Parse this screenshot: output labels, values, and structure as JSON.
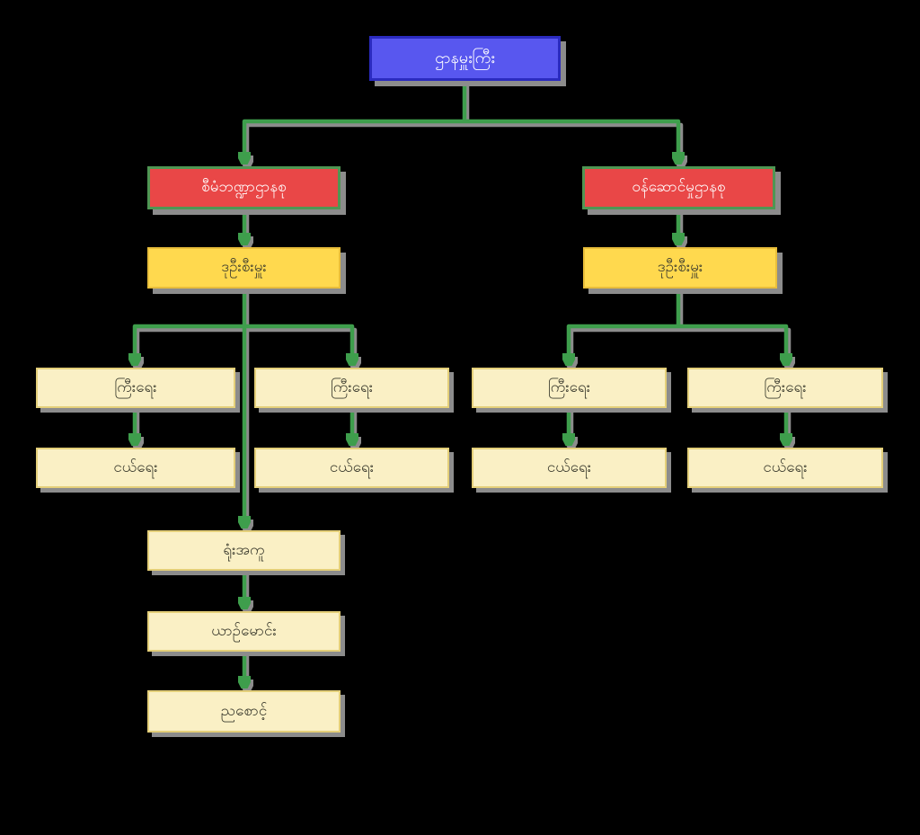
{
  "chart": {
    "type": "organization-chart",
    "root": {
      "label": "ဌာနမှူးကြီး"
    },
    "departments": [
      {
        "label": "စီမံဘဏ္ဍာဌာနစု"
      },
      {
        "label": "ဝန်ဆောင်မှုဌာနစု"
      }
    ],
    "deputies": [
      {
        "label": "ဒုဦးစီးမှူး"
      },
      {
        "label": "ဒုဦးစီးမှူး"
      }
    ],
    "senior_clerks": [
      {
        "label": "ကြီးရေး"
      },
      {
        "label": "ကြီးရေး"
      },
      {
        "label": "ကြီးရေး"
      },
      {
        "label": "ကြီးရေး"
      }
    ],
    "junior_clerks": [
      {
        "label": "ငယ်ရေး"
      },
      {
        "label": "ငယ်ရေး"
      },
      {
        "label": "ငယ်ရေး"
      },
      {
        "label": "ငယ်ရေး"
      }
    ],
    "support_staff": [
      {
        "label": "ရုံးအကူ"
      },
      {
        "label": "ယာဉ်မောင်း"
      },
      {
        "label": "ညစောင့်"
      }
    ],
    "colors": {
      "background": "#000000",
      "connector": "#3E9E4C",
      "shadow": "#8C8C8C",
      "root_fill": "#5857EF",
      "root_border": "#2B2BBF",
      "dept_fill": "#E94747",
      "dept_border": "#4F9653",
      "officer_fill": "#FFD94E",
      "officer_border": "#E9BE3A",
      "staff_fill": "#FAF0C5",
      "staff_border": "#E4CF79",
      "root_text": "#FFFFFF",
      "dept_text": "#FFFFFF",
      "staff_text": "#3B3B2E"
    }
  }
}
